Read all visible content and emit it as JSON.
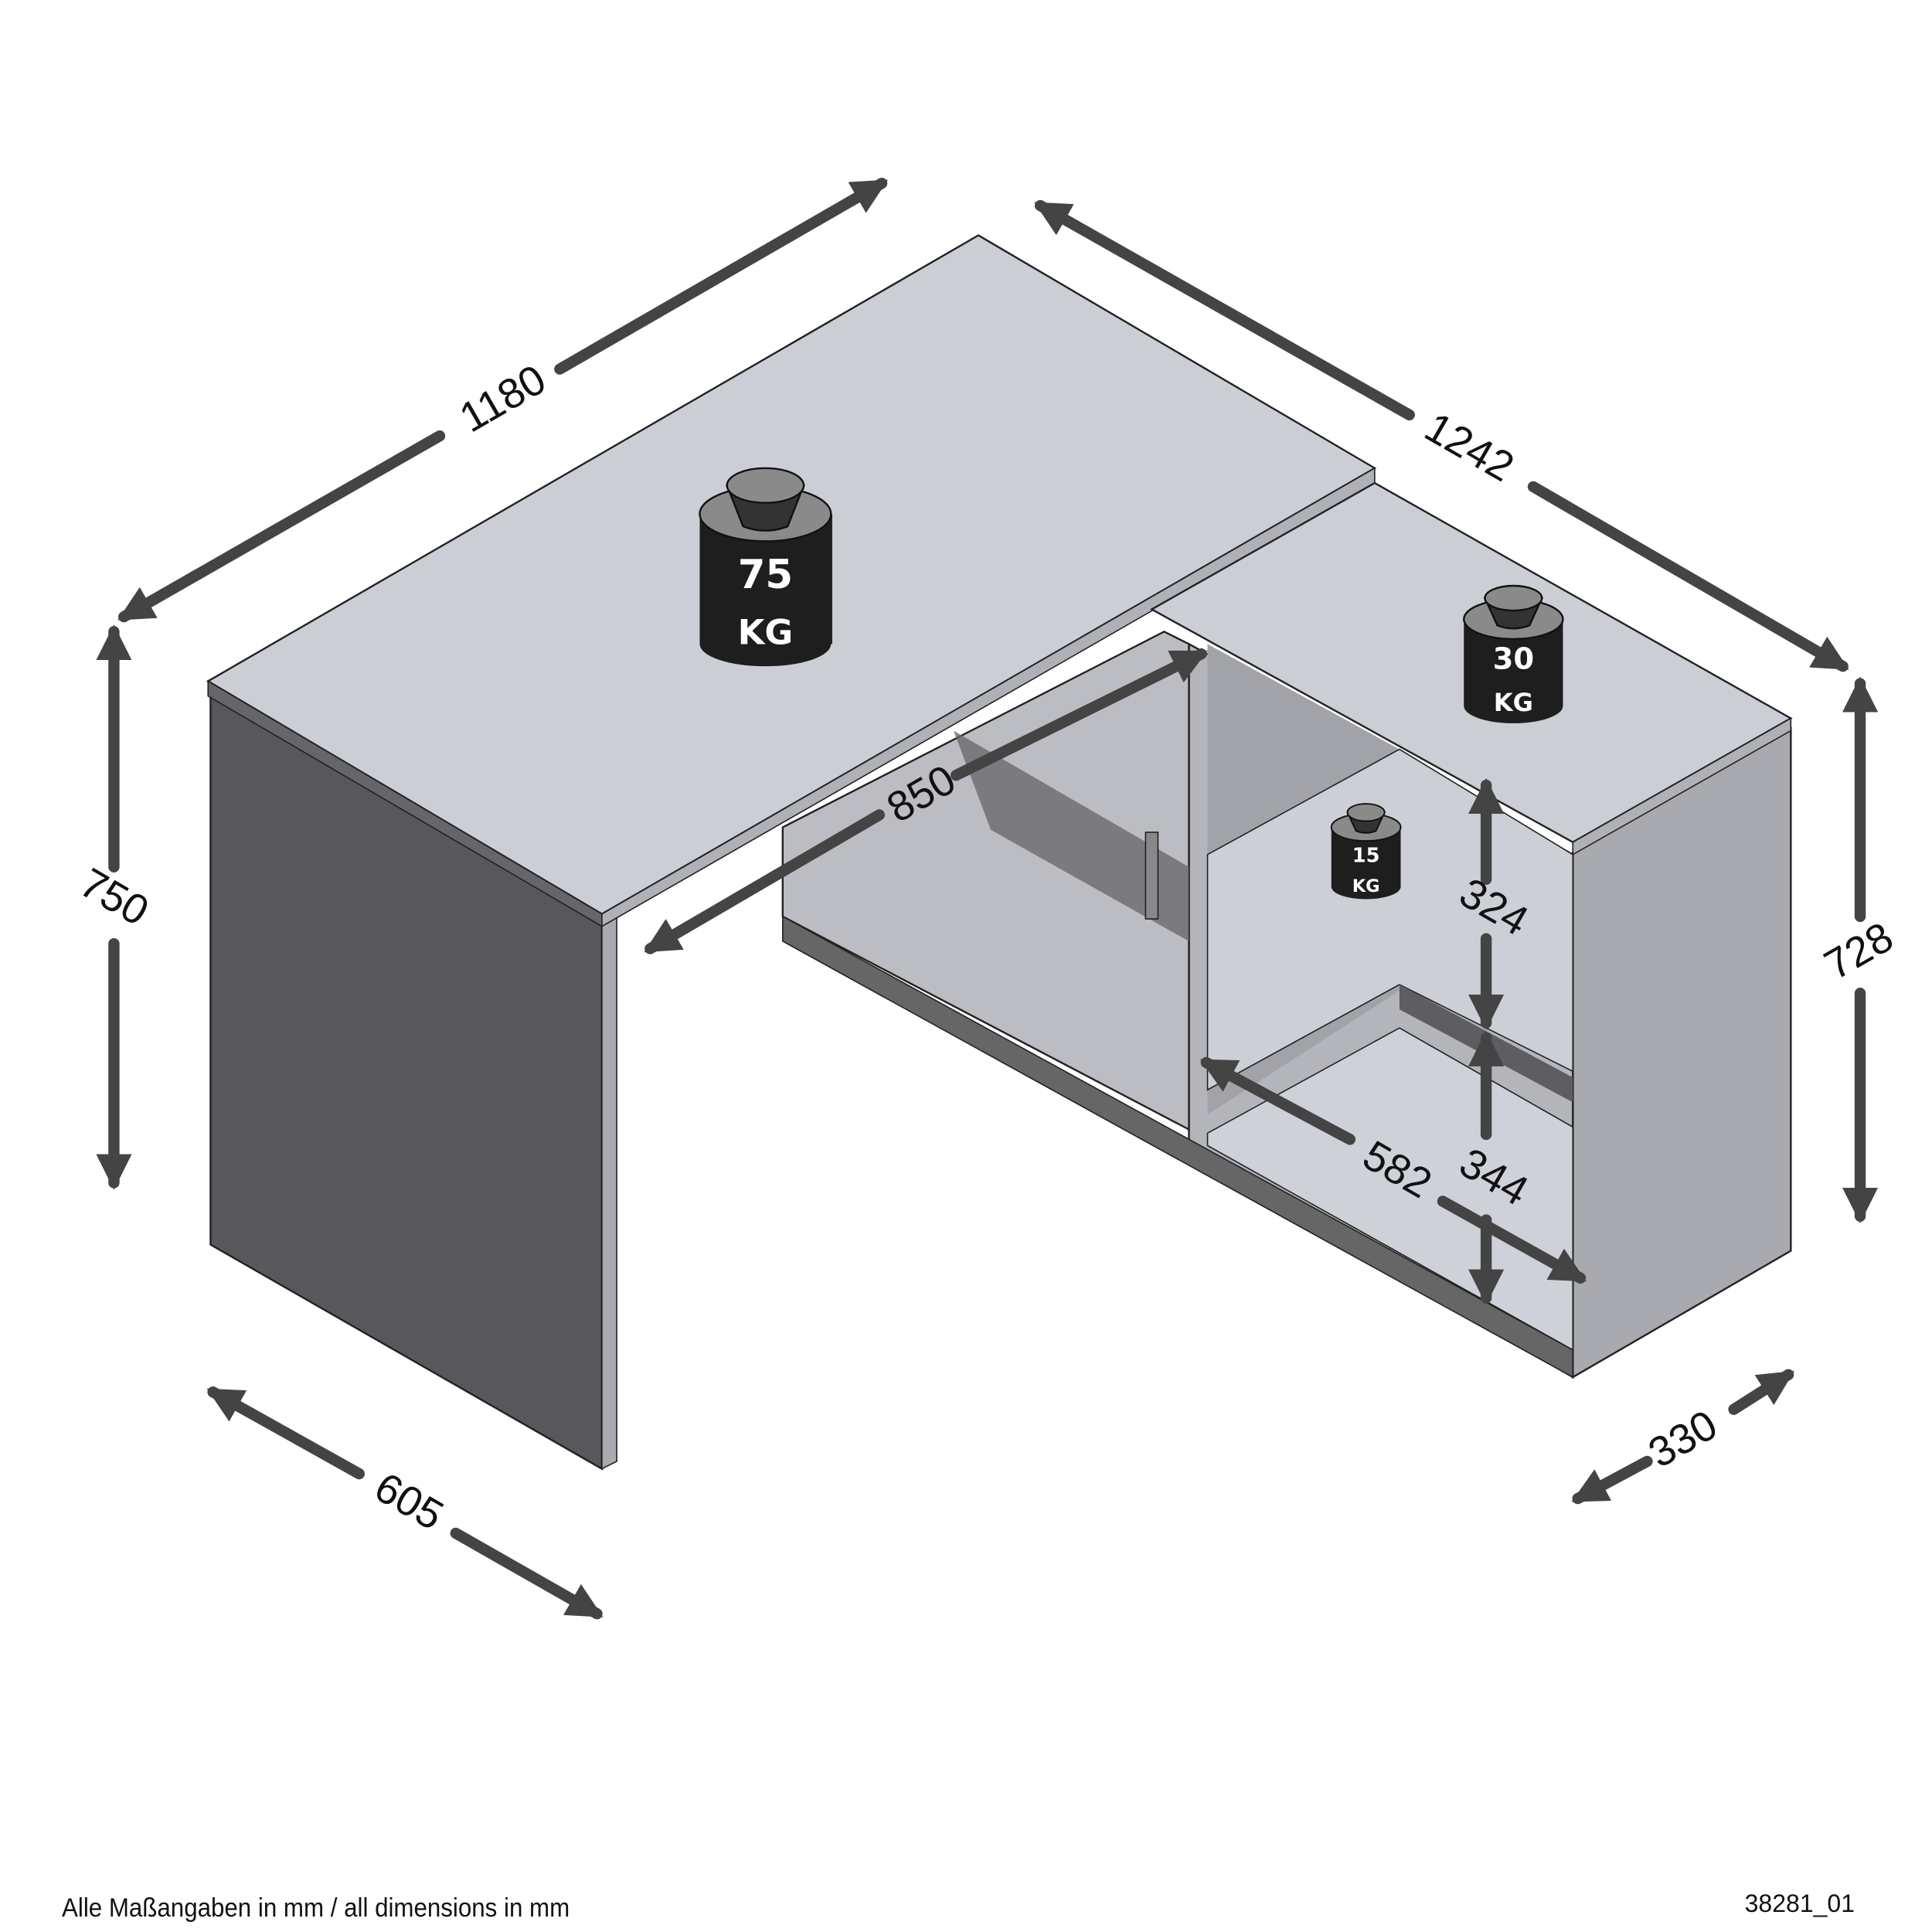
{
  "diagram": {
    "subject": "L-shaped corner desk with shelf cabinet and sliding door",
    "colors": {
      "top_surface": "#ccced6",
      "side_panel": "#58585c",
      "cabinet_side": "#a9aab0",
      "arrow": "#444444",
      "weight_body": "#1e1e1e",
      "background": "#ffffff"
    },
    "dimensions": {
      "desk_length": "1180",
      "total_length": "1242",
      "desk_height": "750",
      "desk_depth": "605",
      "cabinet_height": "728",
      "cabinet_depth": "330",
      "legroom_width": "850",
      "shelf_width": "582",
      "upper_shelf_height": "324",
      "lower_shelf_height": "344"
    },
    "load_ratings": [
      {
        "value": "75",
        "unit": "KG",
        "location": "desk top"
      },
      {
        "value": "30",
        "unit": "KG",
        "location": "cabinet top"
      },
      {
        "value": "15",
        "unit": "KG",
        "location": "shelf"
      }
    ]
  },
  "footer": {
    "units_note": "Alle Maßangaben in mm / all dimensions in mm",
    "article_code": "38281_01"
  }
}
